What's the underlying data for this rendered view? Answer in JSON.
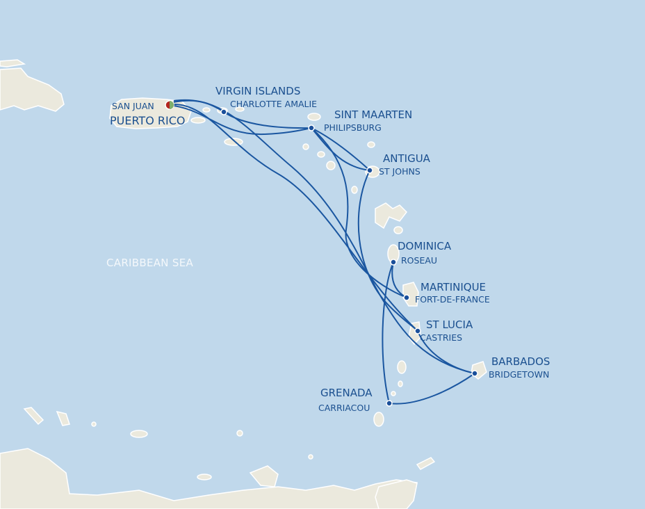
{
  "map": {
    "sea_label": "CARIBBEAN SEA",
    "colors": {
      "sea": "#c0d8eb",
      "land": "#ebe9dd",
      "route": "#1a56a0",
      "text": "#1a4f8f",
      "embark_red": "#b3261e",
      "embark_green": "#7fae6a"
    },
    "ports": [
      {
        "region": "PUERTO RICO",
        "port": "SAN JUAN",
        "type": "embarkation"
      },
      {
        "region": "VIRGIN ISLANDS",
        "port": "CHARLOTTE AMALIE"
      },
      {
        "region": "SINT MAARTEN",
        "port": "PHILIPSBURG"
      },
      {
        "region": "ANTIGUA",
        "port": "ST JOHNS"
      },
      {
        "region": "DOMINICA",
        "port": "ROSEAU"
      },
      {
        "region": "MARTINIQUE",
        "port": "FORT-DE-FRANCE"
      },
      {
        "region": "ST LUCIA",
        "port": "CASTRIES"
      },
      {
        "region": "BARBADOS",
        "port": "BRIDGETOWN"
      },
      {
        "region": "GRENADA",
        "port": "CARRIACOU"
      }
    ]
  }
}
